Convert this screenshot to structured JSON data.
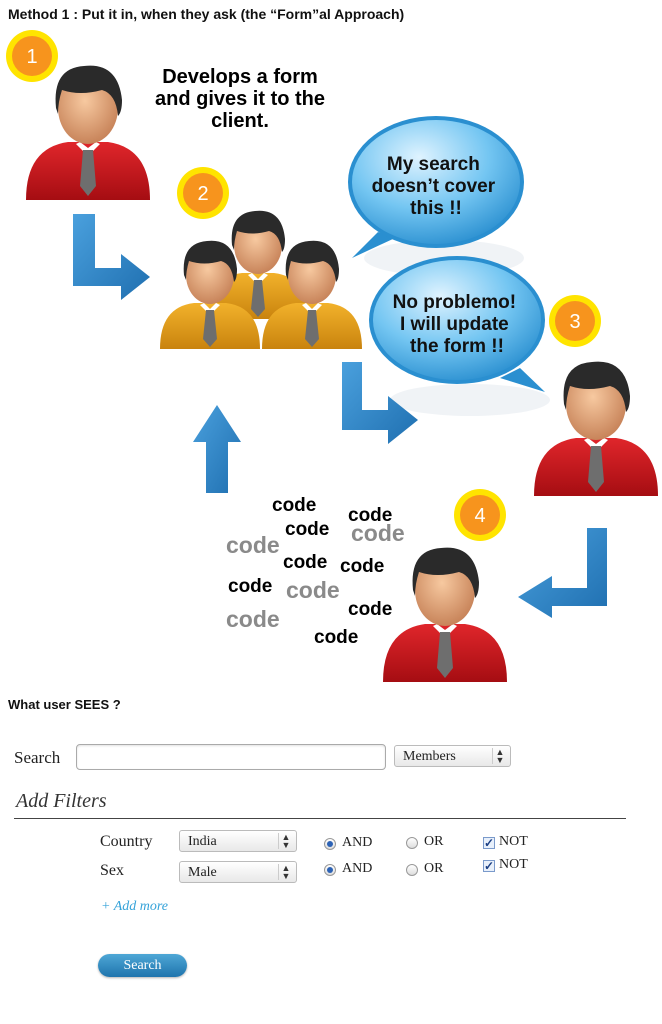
{
  "title": "Method 1 : Put it in, when they ask (the “Form”al Approach)",
  "steps": {
    "one": {
      "number": "1",
      "text_lines": [
        "Develops a form",
        "and gives it to the",
        "client."
      ]
    },
    "two": {
      "number": "2",
      "bubble_lines": [
        "My search",
        "doesn’t cover",
        "this !!"
      ]
    },
    "three": {
      "number": "3",
      "bubble_lines": [
        "No problemo!",
        "I will update",
        "the form !!"
      ]
    },
    "four": {
      "number": "4",
      "code_word": "code"
    }
  },
  "colors": {
    "badge": "#f7941d",
    "badge_ring": "#ffe400",
    "arrow": "#2f86c9",
    "developer_shirt": "#c8161d",
    "client_shirt": "#e0a020",
    "bubble": "#5ab6ec"
  },
  "sees_label": "What user SEES ?",
  "form": {
    "search_label": "Search",
    "search_value": "",
    "scope_select": "Members",
    "add_filters_heading": "Add Filters",
    "filters": [
      {
        "label": "Country",
        "value": "India",
        "and_label": "AND",
        "or_label": "OR",
        "not_label": "NOT",
        "and_selected": true,
        "not_checked": true
      },
      {
        "label": "Sex",
        "value": "Male",
        "and_label": "AND",
        "or_label": "OR",
        "not_label": "NOT",
        "and_selected": true,
        "not_checked": true
      }
    ],
    "add_more_label": "+ Add more",
    "search_button": "Search"
  }
}
